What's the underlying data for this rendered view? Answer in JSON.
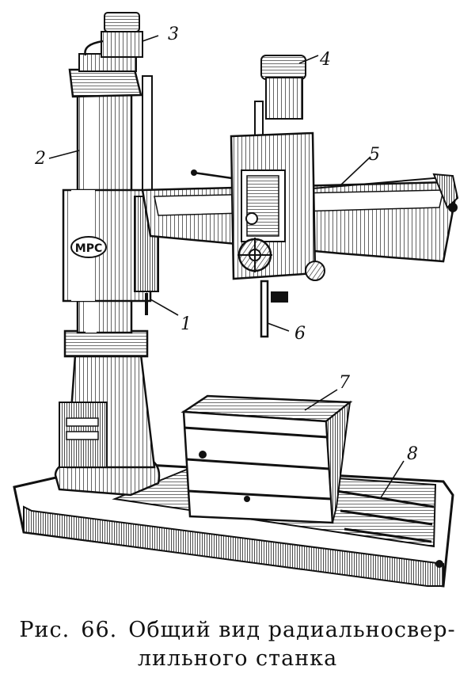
{
  "figure": {
    "stamp": "МРС",
    "callouts": {
      "c1": "1",
      "c2": "2",
      "c3": "3",
      "c4": "4",
      "c5": "5",
      "c6": "6",
      "c7": "7",
      "c8": "8"
    }
  },
  "caption": {
    "prefix": "Рис.",
    "number": "66.",
    "line1": "Общий вид радиальносвер-",
    "line2": "лильного станка"
  }
}
